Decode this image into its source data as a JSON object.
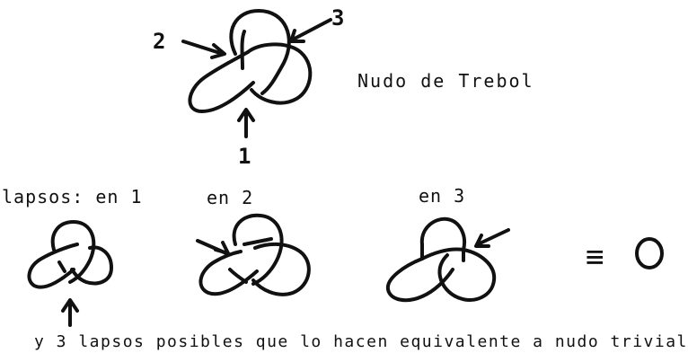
{
  "title": "Nudo de Trebol",
  "labels": {
    "one": "1",
    "two": "2",
    "three": "3"
  },
  "panels": [
    {
      "label": "lapsos: en 1"
    },
    {
      "label": "en 2"
    },
    {
      "label": "en 3"
    }
  ],
  "equivalence_symbol": "≡",
  "caption": "y 3 lapsos posibles que lo hacen equivalente a nudo trivial",
  "colors": {
    "ink": "#111111",
    "paper": "#ffffff"
  }
}
